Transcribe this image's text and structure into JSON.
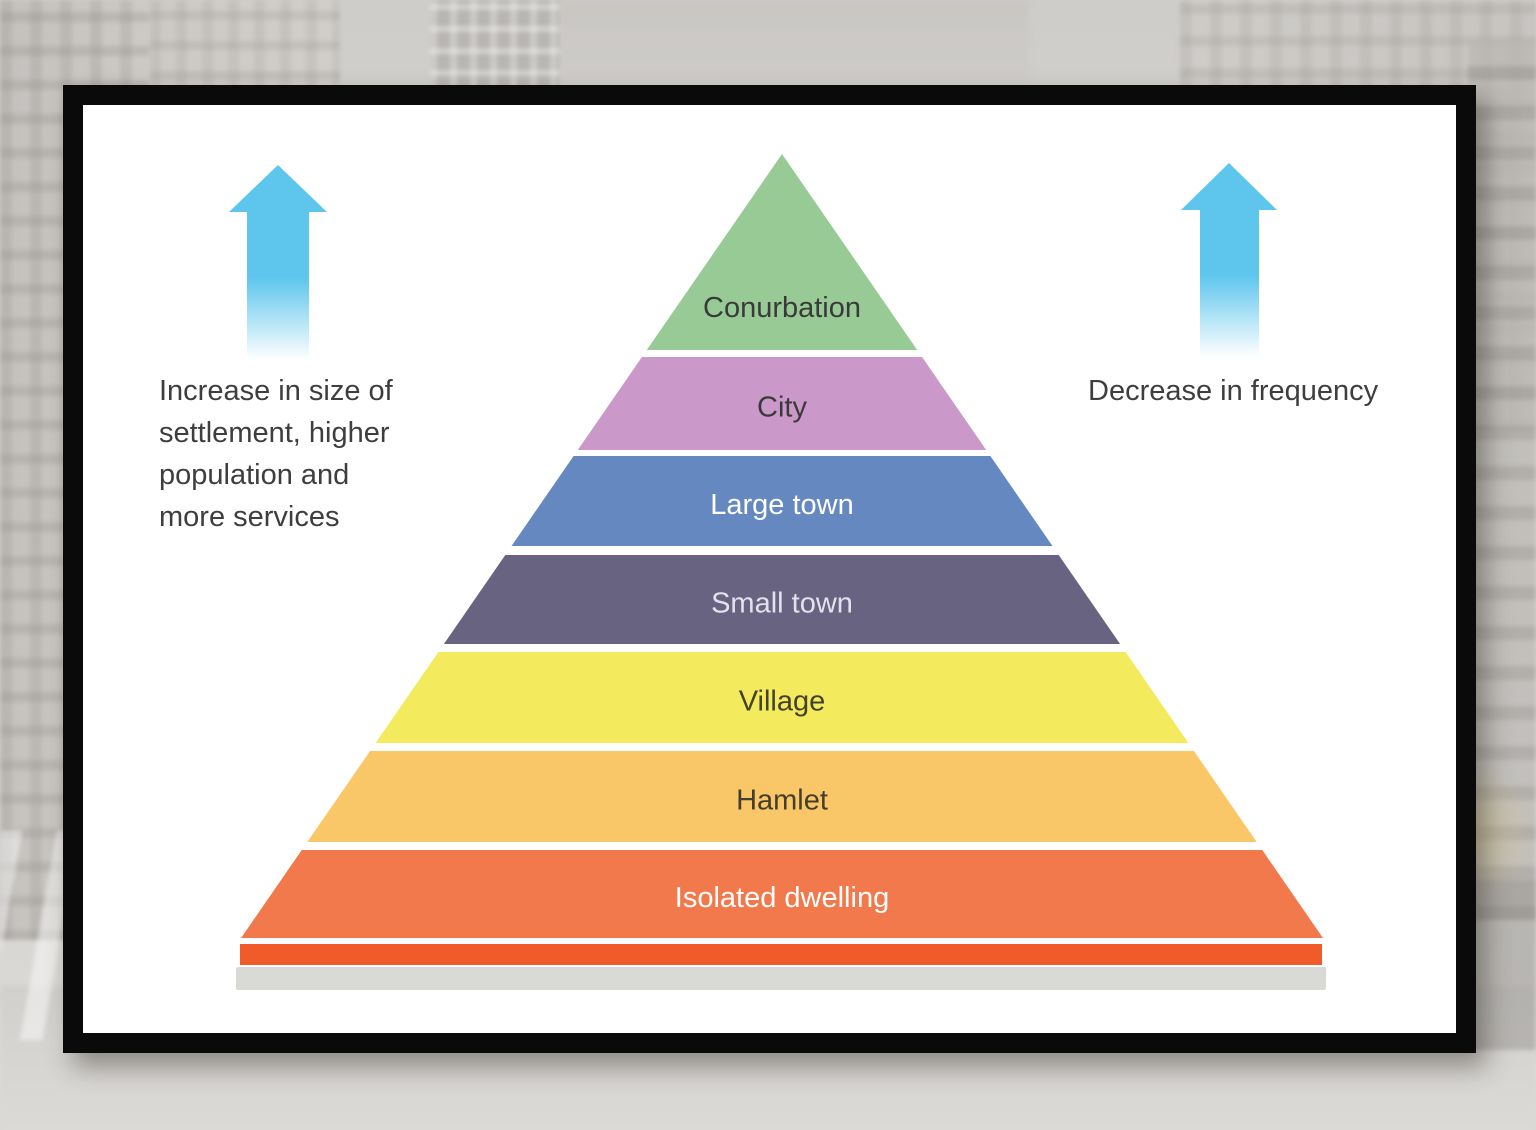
{
  "frame": {
    "border_color": "#0a0a0a",
    "card_color": "#ffffff"
  },
  "annotations": {
    "left": "Increase in size of\nsettlement, higher\npopulation and\nmore services",
    "right": "Decrease in frequency"
  },
  "arrows": {
    "color": "#5ec6ed"
  },
  "pyramid": {
    "levels": [
      {
        "label": "Conurbation",
        "fill": "#98ca96",
        "text_color": "#3a3a3a"
      },
      {
        "label": "City",
        "fill": "#cb99c9",
        "text_color": "#3a3a3a"
      },
      {
        "label": "Large town",
        "fill": "#6488bf",
        "text_color": "#ffffff"
      },
      {
        "label": "Small town",
        "fill": "#686380",
        "text_color": "#e3e1ee"
      },
      {
        "label": "Village",
        "fill": "#f4ea5e",
        "text_color": "#42422f"
      },
      {
        "label": "Hamlet",
        "fill": "#fac768",
        "text_color": "#463e2c"
      },
      {
        "label": "Isolated dwelling",
        "fill": "#f1794b",
        "text_color": "#ffffff"
      }
    ],
    "base_bar_color": "#f15a29",
    "platform_color": "#d9d9d6"
  }
}
